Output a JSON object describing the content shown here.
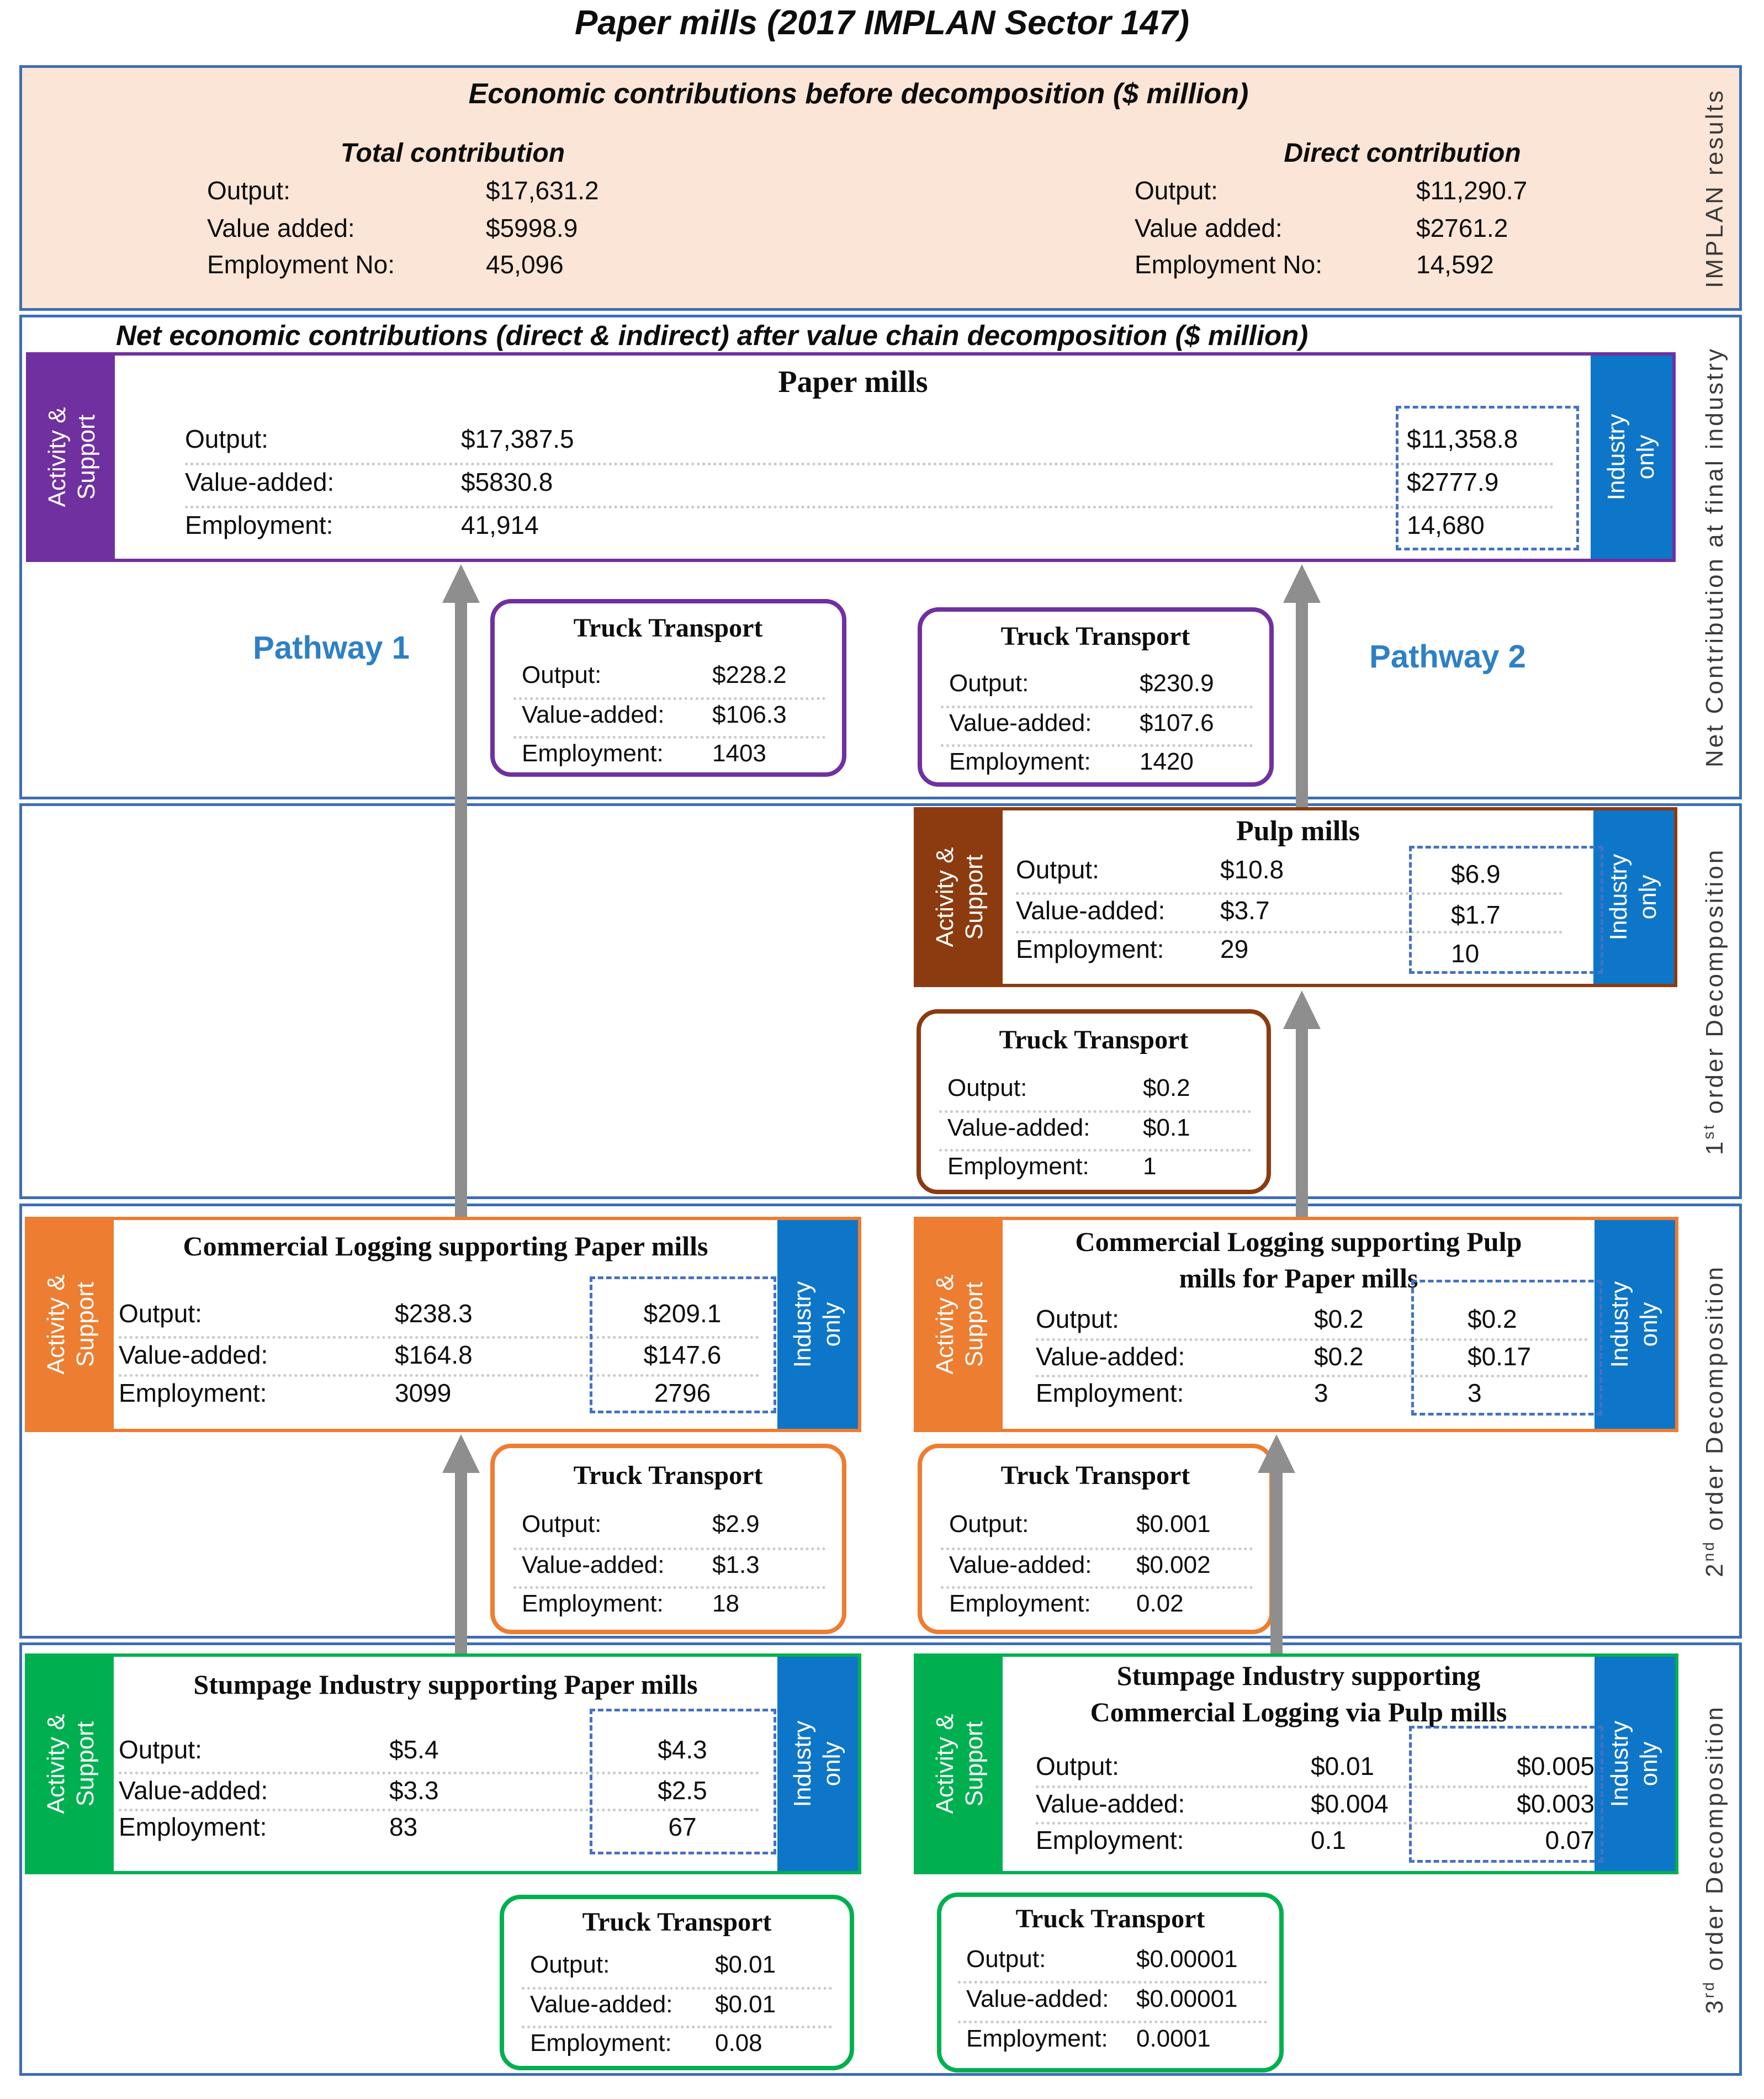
{
  "title": "Paper mills (2017 IMPLAN Sector 147)",
  "colors": {
    "beige_fill": "#FBE5D6",
    "purple": "#7030A0",
    "blue_bar": "#0E76C8",
    "brown": "#8C3B10",
    "orange": "#ED7D31",
    "green": "#00B050",
    "section_border": "#3E6DB5",
    "dashed_border": "#4472C4",
    "pathway_blue": "#2E80C6",
    "arrow_gray": "#8E8E8E"
  },
  "labels": {
    "activity_support": "Activity & Support",
    "industry_only": "Industry only"
  },
  "pathways": {
    "p1": "Pathway 1",
    "p2": "Pathway 2"
  },
  "implan": {
    "header": "Economic contributions before decomposition ($ million)",
    "side_label": {
      "pre": "IMPLAN results",
      "sup": "",
      "rest": ""
    },
    "total": {
      "header": "Total contribution",
      "rows": [
        {
          "label": "Output:",
          "value": "$17,631.2"
        },
        {
          "label": "Value added:",
          "value": "$5998.9"
        },
        {
          "label": "Employment No:",
          "value": "45,096"
        }
      ]
    },
    "direct": {
      "header": "Direct contribution",
      "rows": [
        {
          "label": "Output:",
          "value": "$11,290.7"
        },
        {
          "label": "Value added:",
          "value": "$2761.2"
        },
        {
          "label": "Employment No:",
          "value": "14,592"
        }
      ]
    }
  },
  "net": {
    "header": "Net economic contributions (direct & indirect) after value chain decomposition ($ million)",
    "side_label": {
      "pre": "Net Contribution at final industry",
      "sup": "",
      "rest": ""
    }
  },
  "first": {
    "side_label": {
      "pre": "1",
      "sup": "st",
      "rest": " order Decomposition"
    }
  },
  "second": {
    "side_label": {
      "pre": "2",
      "sup": "nd",
      "rest": " order Decomposition"
    }
  },
  "third": {
    "side_label": {
      "pre": "3",
      "sup": "rd",
      "rest": " order Decomposition"
    }
  },
  "boxes": {
    "paper_mills": {
      "title": "Paper mills",
      "rows": [
        {
          "label": "Output:",
          "value": "$17,387.5",
          "io": "$11,358.8"
        },
        {
          "label": "Value-added:",
          "value": "$5830.8",
          "io": "$2777.9"
        },
        {
          "label": "Employment:",
          "value": "41,914",
          "io": "14,680"
        }
      ]
    },
    "pulp_mills": {
      "title": "Pulp mills",
      "rows": [
        {
          "label": "Output:",
          "value": "$10.8",
          "io": "$6.9"
        },
        {
          "label": "Value-added:",
          "value": "$3.7",
          "io": "$1.7"
        },
        {
          "label": "Employment:",
          "value": "29",
          "io": "10"
        }
      ]
    },
    "cl_paper": {
      "title": "Commercial Logging supporting Paper mills",
      "rows": [
        {
          "label": "Output:",
          "value": "$238.3",
          "io": "$209.1"
        },
        {
          "label": "Value-added:",
          "value": "$164.8",
          "io": "$147.6"
        },
        {
          "label": "Employment:",
          "value": "3099",
          "io": "2796"
        }
      ]
    },
    "cl_pulp": {
      "title1": "Commercial Logging supporting Pulp",
      "title2": "mills for Paper mills",
      "rows": [
        {
          "label": "Output:",
          "value": "$0.2",
          "io": "$0.2"
        },
        {
          "label": "Value-added:",
          "value": "$0.2",
          "io": "$0.17"
        },
        {
          "label": "Employment:",
          "value": "3",
          "io": "3"
        }
      ]
    },
    "st_paper": {
      "title": "Stumpage Industry supporting Paper mills",
      "rows": [
        {
          "label": "Output:",
          "value": "$5.4",
          "io": "$4.3"
        },
        {
          "label": "Value-added:",
          "value": "$3.3",
          "io": "$2.5"
        },
        {
          "label": "Employment:",
          "value": "83",
          "io": "67"
        }
      ]
    },
    "st_cl": {
      "title1": "Stumpage Industry supporting",
      "title2": "Commercial Logging via Pulp mills",
      "rows": [
        {
          "label": "Output:",
          "value": "$0.01",
          "io": "$0.005"
        },
        {
          "label": "Value-added:",
          "value": "$0.004",
          "io": "$0.003"
        },
        {
          "label": "Employment:",
          "value": "0.1",
          "io": "0.07"
        }
      ]
    }
  },
  "trucks": {
    "tp1": {
      "title": "Truck Transport",
      "rows": [
        {
          "label": "Output:",
          "value": "$228.2"
        },
        {
          "label": "Value-added:",
          "value": "$106.3"
        },
        {
          "label": "Employment:",
          "value": "1403"
        }
      ]
    },
    "tp2": {
      "title": "Truck Transport",
      "rows": [
        {
          "label": "Output:",
          "value": "$230.9"
        },
        {
          "label": "Value-added:",
          "value": "$107.6"
        },
        {
          "label": "Employment:",
          "value": "1420"
        }
      ]
    },
    "tpulp": {
      "title": "Truck Transport",
      "rows": [
        {
          "label": "Output:",
          "value": "$0.2"
        },
        {
          "label": "Value-added:",
          "value": "$0.1"
        },
        {
          "label": "Employment:",
          "value": "1"
        }
      ]
    },
    "tcl1": {
      "title": "Truck Transport",
      "rows": [
        {
          "label": "Output:",
          "value": "$2.9"
        },
        {
          "label": "Value-added:",
          "value": "$1.3"
        },
        {
          "label": "Employment:",
          "value": "18"
        }
      ]
    },
    "tcl2": {
      "title": "Truck Transport",
      "rows": [
        {
          "label": "Output:",
          "value": "$0.001"
        },
        {
          "label": "Value-added:",
          "value": "$0.002"
        },
        {
          "label": "Employment:",
          "value": "0.02"
        }
      ]
    },
    "tst1": {
      "title": "Truck Transport",
      "rows": [
        {
          "label": "Output:",
          "value": "$0.01"
        },
        {
          "label": "Value-added:",
          "value": "$0.01"
        },
        {
          "label": "Employment:",
          "value": "0.08"
        }
      ]
    },
    "tst2": {
      "title": "Truck Transport",
      "rows": [
        {
          "label": "Output:",
          "value": "$0.00001"
        },
        {
          "label": "Value-added:",
          "value": "$0.00001"
        },
        {
          "label": "Employment:",
          "value": "0.0001"
        }
      ]
    }
  }
}
